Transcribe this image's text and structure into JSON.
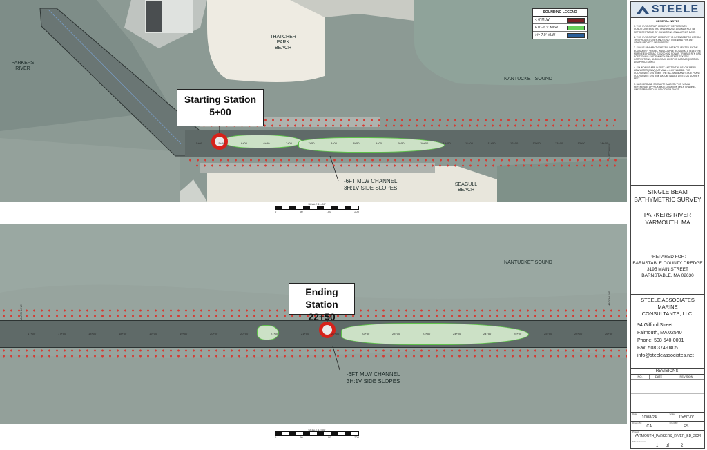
{
  "top": {
    "callout": {
      "line1": "Starting Station",
      "line2": "5+00"
    },
    "labels": {
      "parkers_river": [
        "PARKERS",
        "RIVER"
      ],
      "thatcher": [
        "THATCHER",
        "PARK",
        "BEACH"
      ],
      "nantucket": "NANTUCKET SOUND",
      "seagull": [
        "SEAGULL",
        "BEACH"
      ],
      "channel": [
        "-6FT MLW CHANNEL",
        "3H:1V SIDE SLOPES"
      ]
    },
    "stations": [
      "5+00",
      "5+50",
      "6+00",
      "6+50",
      "7+00",
      "7+50",
      "8+00",
      "8+50",
      "9+00",
      "9+50",
      "10+00",
      "10+50",
      "11+00",
      "11+50",
      "12+00",
      "12+50",
      "13+00",
      "13+50",
      "14+00"
    ]
  },
  "bottom": {
    "callout": {
      "line1": "Ending Station",
      "line2": "22+50"
    },
    "labels": {
      "nantucket": "NANTUCKET SOUND",
      "channel": [
        "-6FT MLW CHANNEL",
        "3H:1V SIDE SLOPES"
      ]
    },
    "stations": [
      "17+00",
      "17+50",
      "18+00",
      "18+50",
      "19+00",
      "19+50",
      "20+00",
      "20+50",
      "21+00",
      "21+50",
      "22+00",
      "22+50",
      "23+00",
      "23+50",
      "24+00",
      "24+50",
      "25+00",
      "25+50",
      "26+00",
      "26+50"
    ]
  },
  "scale": {
    "title": "SCALE",
    "unit": "1\"=50'",
    "ticks": [
      "0",
      "50",
      "100",
      "200"
    ]
  },
  "legend": {
    "title": "SOUNDING LEGEND",
    "items": [
      {
        "label": "< 6' MLW",
        "color": "#7a1f23"
      },
      {
        "label": "6.0' - 6.9' MLW",
        "color": "#66d05a"
      },
      {
        "label": ">/= 7.0' MLW",
        "color": "#2a5f9a"
      }
    ]
  },
  "titleblock": {
    "logo": "STEELE",
    "notes_title": "GENERAL NOTES",
    "notes": [
      "1. THIS HYDROGRAPHIC SURVEY REPRESENTS CONDITIONS EXISTING ON 10/08/2024 AND MAY NOT BE REPRESENTATIVE OF CONDITIONS ON ANOTHER DATE.",
      "2. THIS HYDROGRAPHIC SURVEY IS INTENDED FOR USE ON THIS PROJECT ONLY, AND IS NOT INTENDED FOR ANY OTHER PROJECT OR PURPOSE.",
      "3. SINGLE BEAM BATHYMETRIC DATA COLLECTED BY THE BCD SURVEY VESSEL WAS COMPLETED USING A TELEDYNE MARINE ECHOTRAC E20 200 KHZ SONAR, TRIMBLE RTK GPS POSITIONING SYSTEM WITH SMARTNET RTK GPS CORRECTIONS, AND HYPACK 2020 FOR DATA ACQUISITION AND PROCESSING.",
      "4. SOUNDINGS ARE IN FEET AND TENTHS BELOW MEAN LOW WATER (MLW) (LAT MLW = -2.20' NAVD88). THE COORDINATE SYSTEM IS THE MA - MAINLAND STATE PLANE COORDINATE SYSTEM, DATUM: NAD83, UNITS: US SURVEY FEET.",
      "5. BACKGROUND SATELLITE IMAGERY FOR VISUAL REFERENCE. APPROXIMATE LOCATION ONLY. CHANNEL LIMITS PROVIDED BY GEI CONSULTANTS."
    ],
    "survey": [
      "SINGLE BEAM",
      "BATHYMETRIC SURVEY",
      "",
      "PARKERS RIVER",
      "YARMOUTH, MA"
    ],
    "prepared": [
      "PREPARED FOR:",
      "BARNSTABLE COUNTY DREDGE",
      "3195 MAIN STREET",
      "BARNSTABLE, MA 02630"
    ],
    "company": {
      "name": [
        "STEELE ASSOCIATES MARINE",
        "CONSULTANTS, LLC."
      ],
      "address": [
        "94 Gifford Street",
        "Falmouth, MA 02540",
        "Phone: 508 540-0001",
        "Fax: 508 374-0405",
        "info@steeleassociates.net"
      ]
    },
    "revisions": {
      "title": "REVISIONS:",
      "cols": [
        "NO.",
        "DATE",
        "REVISION"
      ]
    },
    "meta": {
      "date_label": "Date:",
      "date": "10/08/24",
      "scale_label": "Scale:",
      "scale": "1\"=50'-0\"",
      "drawn_label": "Drawn By:",
      "drawn": "CA",
      "checked_label": "Chk'd By:",
      "checked": "ES",
      "project_label": "Project:",
      "project": "YARMOUTH_PARKERS_RIVER_BD_2024",
      "sheet_label": "Sheet Number:",
      "sheet": "1",
      "of": "of",
      "total": "2"
    }
  }
}
